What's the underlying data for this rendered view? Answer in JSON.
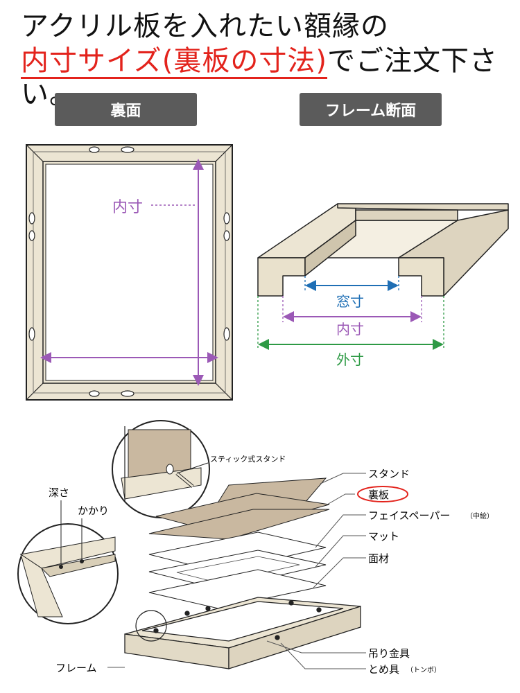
{
  "headline": {
    "line1": "アクリル板を入れたい額縁の",
    "line2_highlight": "内寸サイズ(裏板の寸法)",
    "line2_rest": "でご注文下さい。"
  },
  "badges": {
    "back": "裏面",
    "frame_section": "フレーム断面"
  },
  "back_view": {
    "inner_label": "内寸"
  },
  "section_view": {
    "window_label": "窓寸",
    "inner_label": "内寸",
    "outer_label": "外寸"
  },
  "exploded": {
    "stick_stand_label": "スティック式スタンド",
    "depth_label": "深さ",
    "ledge_label": "かかり",
    "parts": {
      "stand": "スタンド",
      "back_board": "裏板",
      "face_paper": "フェイスペーパー",
      "face_paper_note": "（中絵）",
      "mat": "マット",
      "cover": "面材",
      "hanger": "吊り金具",
      "fastener": "とめ具",
      "fastener_note": "（トンボ）",
      "frame": "フレーム"
    }
  },
  "colors": {
    "red": "#e3231c",
    "purple": "#9b59b6",
    "blue": "#1f6fb5",
    "green": "#2e9a45",
    "wood": "#ece5d3",
    "board": "#c9b8a0",
    "badge": "#5b5b5b"
  }
}
